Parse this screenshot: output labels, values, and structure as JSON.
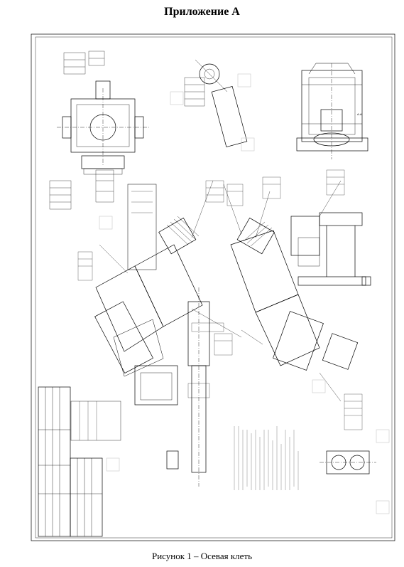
{
  "page": {
    "heading": "Приложение А",
    "caption": "Рисунок 1 – Осевая клеть"
  },
  "drawing": {
    "section_label": "А-А"
  }
}
